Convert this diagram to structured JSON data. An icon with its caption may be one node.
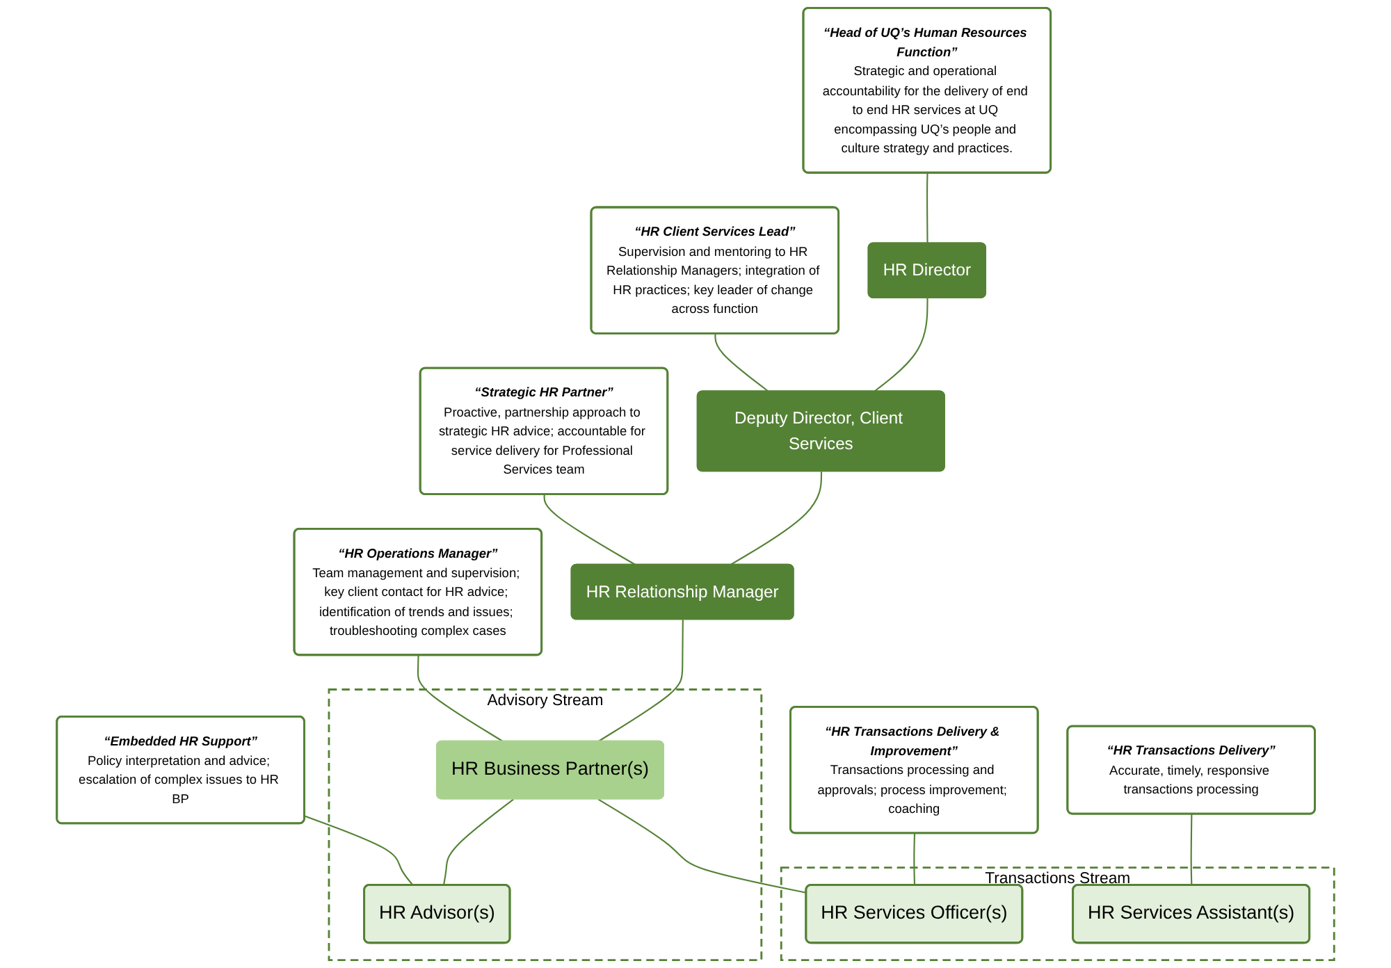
{
  "diagram": {
    "nodes": [
      {
        "text": [
          "HR Director"
        ]
      },
      {
        "text": [
          "“Head of UQ’s Human Resources Function”",
          "Strategic and operational accountability for the delivery of end to end HR services at UQ encompassing UQ’s people and culture strategy and practices."
        ]
      },
      {
        "text": [
          "“HR Client Services Lead”",
          "Supervision and mentoring to HR Relationship Managers; integration of HR practices; key leader of change across function"
        ]
      },
      {
        "text": [
          "Deputy Director, Client Services"
        ]
      },
      {
        "text": [
          "“Strategic HR Partner”",
          "Proactive, partnership approach to strategic HR advice; accountable for service delivery for Professional Services team"
        ]
      },
      {
        "text": [
          "HR Relationship Manager"
        ]
      },
      {
        "text": [
          "“HR Operations Manager”",
          "Team management and supervision; key client contact for HR advice; identification of trends and issues; troubleshooting complex cases"
        ]
      },
      {
        "text": [
          "Advisory Stream"
        ]
      },
      {
        "text": [
          "HR Business Partner(s)"
        ],
        "in": 7
      },
      {
        "text": [
          "HR Advisor(s)"
        ],
        "in": 7
      },
      {
        "text": [
          "“HR Transactions Delivery & Improvement”",
          "Transactions processing and approvals; process improvement; coaching"
        ]
      },
      {
        "text": [
          "Transactions Stream"
        ]
      },
      {
        "text": [
          "HR Services Officer(s)"
        ],
        "in": 11
      },
      {
        "text": [
          "HR Services Assistant(s)"
        ],
        "in": 11
      },
      {
        "text": [
          "“Embedded HR Support”",
          "Policy interpretation and advice; escalation of complex issues to HR BP"
        ]
      },
      {
        "text": [
          "“HR Transactions Delivery”",
          "Accurate, timely, responsive transactions processing"
        ]
      }
    ],
    "edges": [
      {
        "from": 0,
        "to": 3,
        "arrow": "none"
      },
      {
        "from": 3,
        "to": 5,
        "arrow": "none"
      },
      {
        "from": 5,
        "to": 8,
        "arrow": "none"
      },
      {
        "from": 8,
        "to": 9,
        "arrow": "none"
      },
      {
        "from": 8,
        "to": 12,
        "arrow": "none"
      },
      {
        "from": 1,
        "to": 0,
        "arrow": "none"
      },
      {
        "from": 2,
        "to": 3,
        "arrow": "none"
      },
      {
        "from": 4,
        "to": 5,
        "arrow": "none"
      },
      {
        "from": 6,
        "to": 8,
        "arrow": "none"
      },
      {
        "from": 14,
        "to": 9,
        "arrow": "none"
      },
      {
        "from": 10,
        "to": 12,
        "arrow": "none"
      },
      {
        "from": 15,
        "to": 13,
        "arrow": "none"
      }
    ]
  }
}
